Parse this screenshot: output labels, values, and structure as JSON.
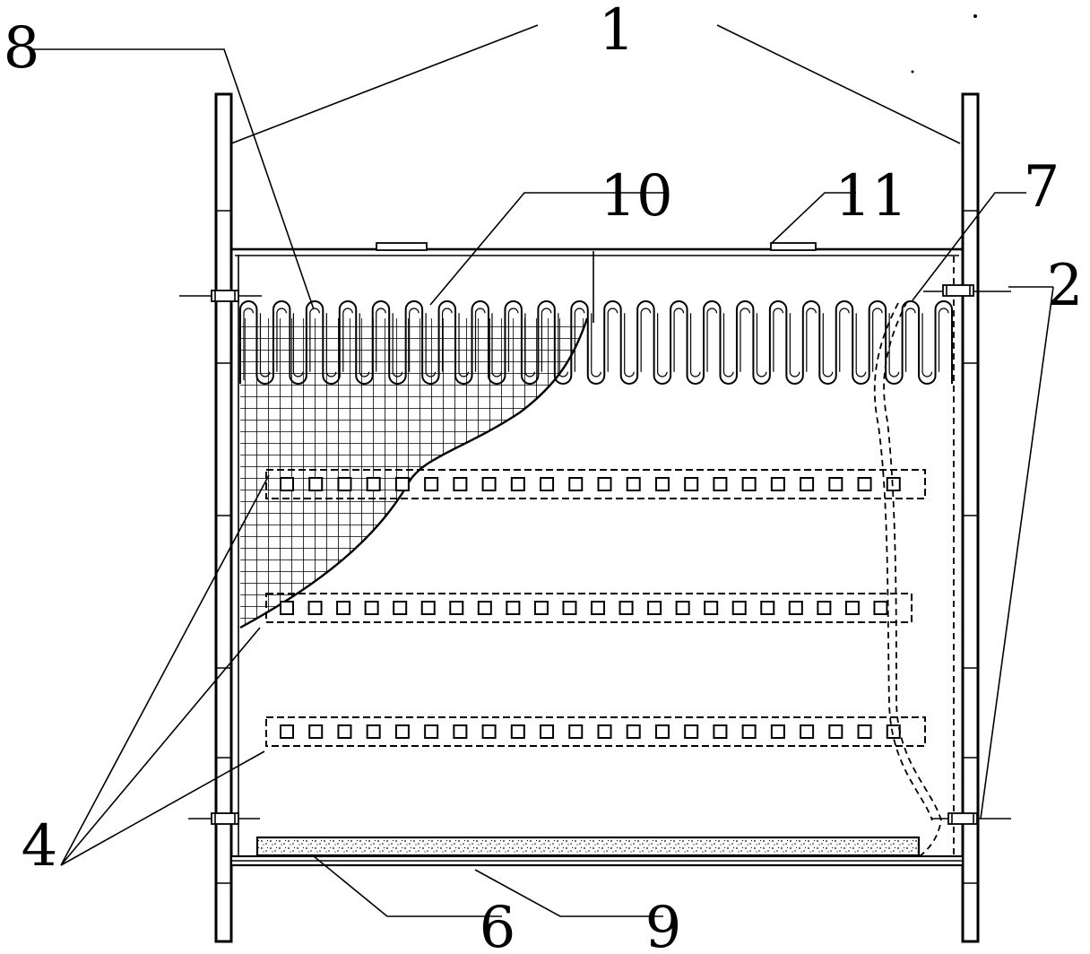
{
  "callouts": {
    "c1": "1",
    "c2": "2",
    "c4": "4",
    "c6": "6",
    "c7": "7",
    "c8": "8",
    "c9": "9",
    "c10": "10",
    "c11": "11"
  },
  "components": {
    "coil_loops": 43,
    "perforated_bars": 3,
    "holes_per_bar": 22
  }
}
